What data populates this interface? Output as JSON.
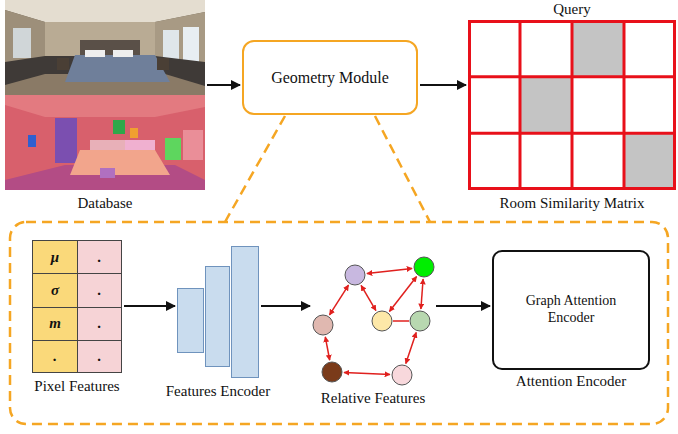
{
  "diagram": {
    "nodes": [
      {
        "text": [
          "Database"
        ]
      },
      {
        "text": [
          "Geometry Module"
        ]
      },
      {
        "text": [
          "Query",
          "Room Similarity Matrix"
        ]
      },
      {
        "text": [
          "μ",
          ".",
          "σ",
          ".",
          "m",
          ".",
          ".",
          ".",
          "Pixel Features"
        ]
      },
      {
        "text": [
          "Features Encoder"
        ]
      },
      {
        "text": [
          "Relative Features"
        ]
      },
      {
        "text": [
          "Graph Attention Encoder",
          "Attention Encoder"
        ]
      }
    ],
    "edges": [
      {
        "from": 0,
        "to": 1,
        "arrow": "to"
      },
      {
        "from": 1,
        "to": 2,
        "arrow": "to"
      },
      {
        "from": 3,
        "to": 4,
        "arrow": "to"
      },
      {
        "from": 4,
        "to": 5,
        "arrow": "to"
      },
      {
        "from": 5,
        "to": 6,
        "arrow": "to"
      }
    ]
  }
}
